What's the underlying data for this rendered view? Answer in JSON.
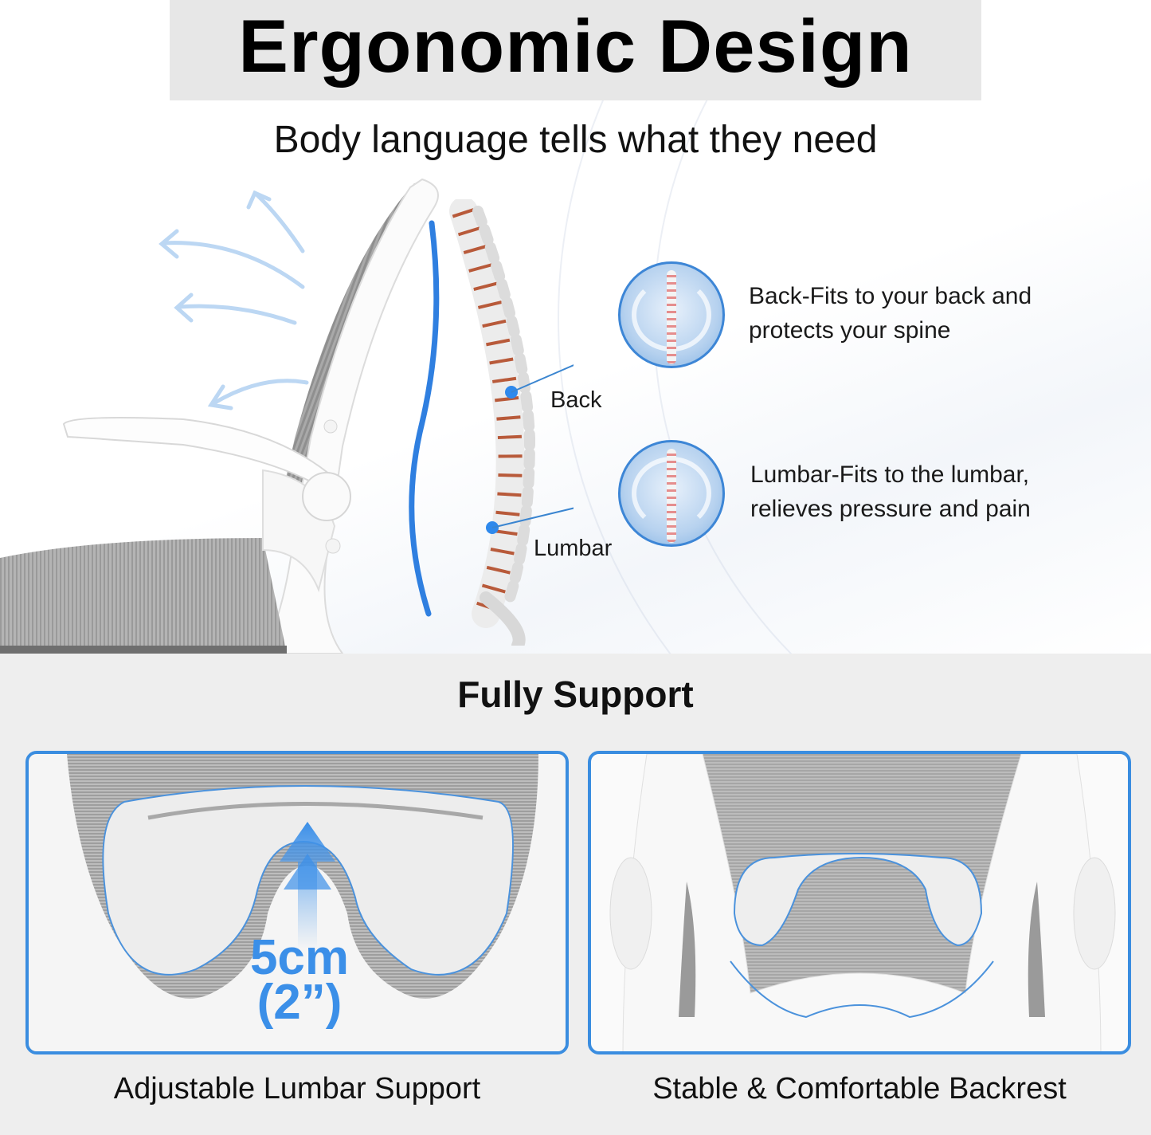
{
  "header": {
    "title": "Ergonomic Design",
    "subtitle": "Body language tells what they need"
  },
  "diagram": {
    "callouts": [
      {
        "label": "Back",
        "description_line1": "Back-Fits to your back and",
        "description_line2": "protects your spine"
      },
      {
        "label": "Lumbar",
        "description_line1": "Lumbar-Fits to the lumbar,",
        "description_line2": "relieves pressure and pain"
      }
    ],
    "icons": [
      "airflow-arrows-icon",
      "chair-side-view",
      "spine-illustration",
      "spine-curve-line",
      "back-bubble-icon",
      "lumbar-bubble-icon"
    ]
  },
  "support": {
    "title": "Fully Support",
    "panels": [
      {
        "caption": "Adjustable Lumbar Support",
        "measure_line1": "5cm",
        "measure_line2": "(2”)"
      },
      {
        "caption": "Stable & Comfortable Backrest"
      }
    ]
  },
  "colors": {
    "accent_blue": "#3b8fe8",
    "panel_border": "#3a8de0",
    "title_band": "#e7e7e7",
    "bottom_bg": "#eeeeee",
    "disc_red": "#b85a3a"
  }
}
